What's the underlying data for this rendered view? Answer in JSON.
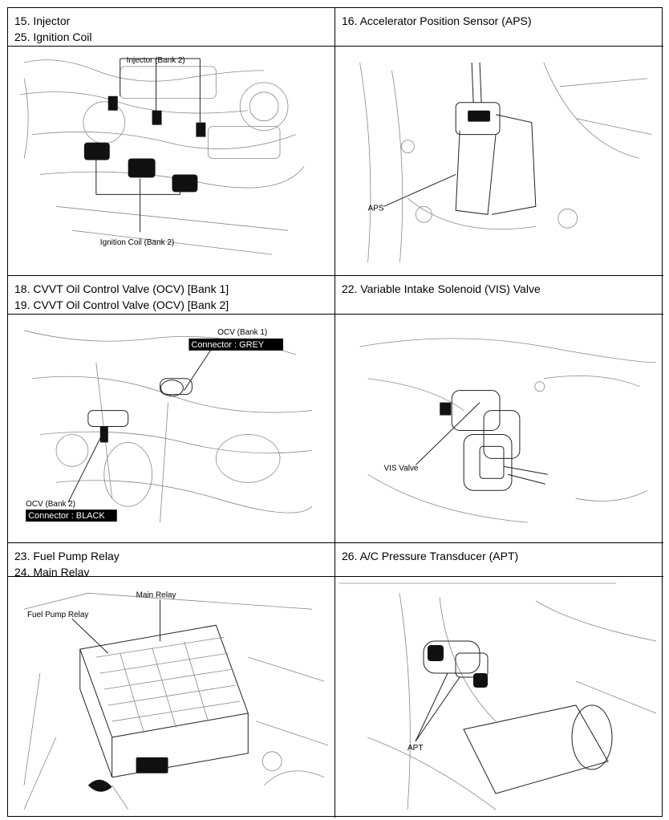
{
  "cells": {
    "c1": {
      "lines": [
        "15. Injector",
        "25. Ignition Coil"
      ]
    },
    "c2": {
      "lines": [
        "16. Accelerator Position Sensor (APS)"
      ]
    },
    "c3": {
      "lines": [
        "18. CVVT Oil Control Valve (OCV) [Bank 1]",
        "19. CVVT Oil Control Valve (OCV) [Bank 2]"
      ]
    },
    "c4": {
      "lines": [
        "22. Variable Intake Solenoid (VIS) Valve"
      ]
    },
    "c5": {
      "lines": [
        "23. Fuel Pump Relay",
        "24. Main Relay"
      ]
    },
    "c6": {
      "lines": [
        "26. A/C Pressure Transducer (APT)"
      ]
    }
  },
  "figures": {
    "injector": {
      "label_top": "Injector (Bank 2)",
      "label_bottom": "Ignition Coil (Bank 2)"
    },
    "aps": {
      "label": "APS"
    },
    "ocv": {
      "label_bank1": "OCV (Bank 1)",
      "connector_bank1": "Connector : GREY",
      "label_bank2": "OCV (Bank 2)",
      "connector_bank2": "Connector : BLACK"
    },
    "vis": {
      "label": "VIS Valve"
    },
    "relay": {
      "label_main": "Main Relay",
      "label_fuel": "Fuel Pump Relay"
    },
    "apt": {
      "label": "APT"
    }
  }
}
